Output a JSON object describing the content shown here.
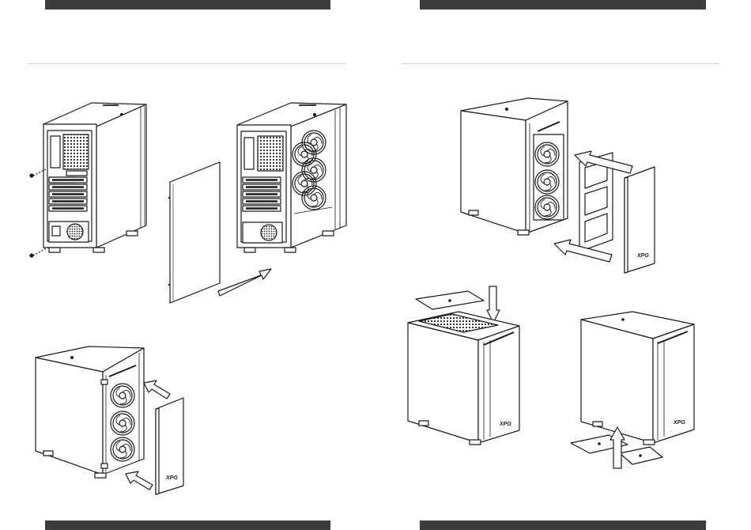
{
  "document": {
    "type": "assembly-manual-spread",
    "pages": [
      {
        "side": "left",
        "illustrations": [
          {
            "id": "rear-view-panel-removal",
            "brand_mark": ""
          },
          {
            "id": "front-panel-removal",
            "brand_mark": "XPG"
          }
        ]
      },
      {
        "side": "right",
        "illustrations": [
          {
            "id": "front-fan-bracket-install",
            "brand_mark": "XPG"
          },
          {
            "id": "top-dust-filter-install",
            "brand_mark": "XPG"
          },
          {
            "id": "bottom-dust-filter-install",
            "brand_mark": "XPG"
          }
        ]
      }
    ]
  },
  "colors": {
    "bar": "#3c3c3c",
    "rule": "#cfcfcf",
    "line": "#1a1a1a",
    "arrow_fill": "#ffffff"
  },
  "icons": [
    "arrow-icon",
    "screw-callout-icon",
    "case-illustration",
    "panel-illustration",
    "fan-icon",
    "brand-logo-icon"
  ],
  "logo_text": "XPG"
}
